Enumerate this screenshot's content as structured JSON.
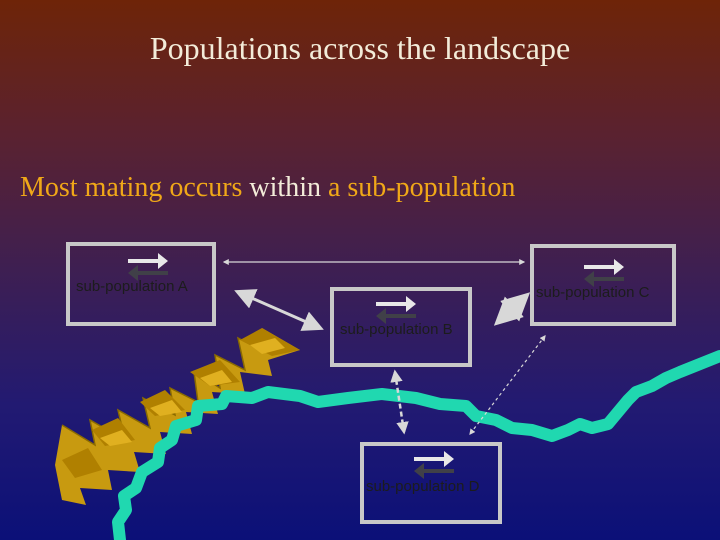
{
  "title": "Populations across the landscape",
  "subtitle": {
    "part1": "Most mating occurs",
    "part2": " within ",
    "part3": "a sub-population"
  },
  "colors": {
    "highlight_text": "#f0a818",
    "plain_text": "#f3ecd9",
    "river": "#20d8b0",
    "mountain": "#c89a10",
    "box_border": "#c8c8c8"
  },
  "boxes": [
    {
      "id": "a",
      "label": "sub-population A",
      "icon": "swap-arrows-icon"
    },
    {
      "id": "b",
      "label": "sub-population B",
      "icon": "swap-arrows-icon"
    },
    {
      "id": "c",
      "label": "sub-population C",
      "icon": "swap-arrows-icon"
    },
    {
      "id": "d",
      "label": "sub-population D",
      "icon": "swap-arrows-icon"
    }
  ]
}
